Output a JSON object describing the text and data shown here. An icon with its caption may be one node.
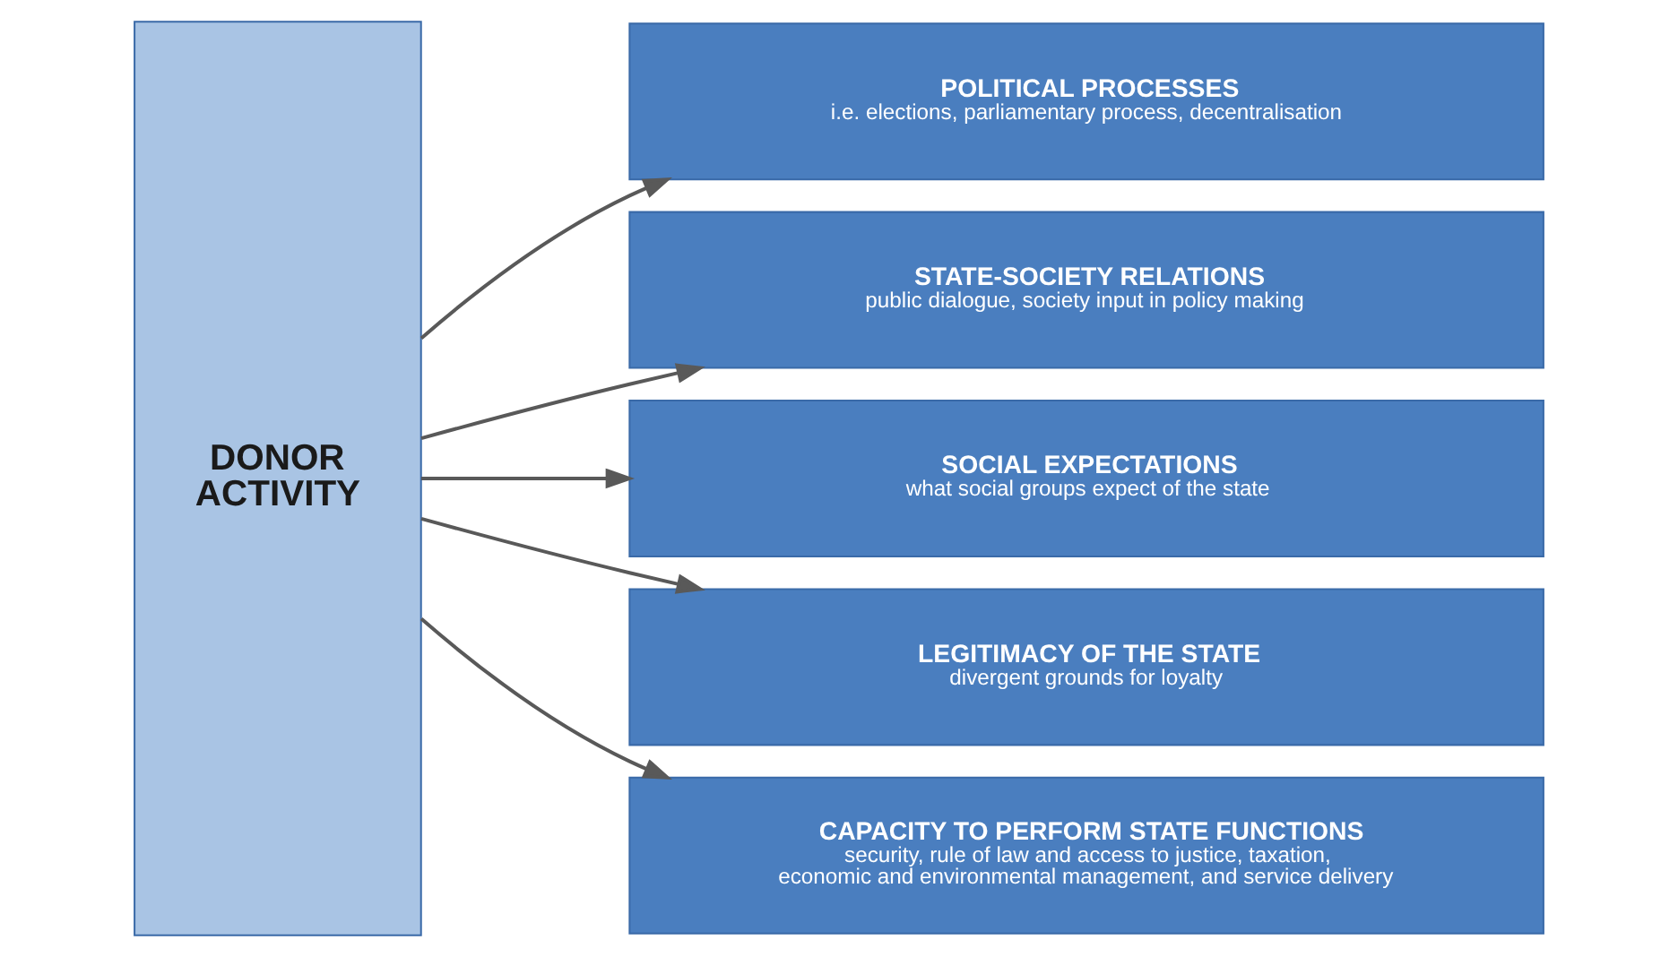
{
  "diagram": {
    "nodes": [
      {
        "text": [
          "DONOR ACTIVITY"
        ]
      },
      {
        "text": [
          "POLITICAL PROCESSES",
          "i.e. elections, parliamentary process, decentralisation"
        ]
      },
      {
        "text": [
          "STATE-SOCIETY RELATIONS",
          "public dialogue, society input in policy making"
        ]
      },
      {
        "text": [
          "SOCIAL EXPECTATIONS",
          "what social groups expect of the state"
        ]
      },
      {
        "text": [
          "LEGITIMACY OF THE STATE",
          "divergent grounds for loyalty"
        ]
      },
      {
        "text": [
          "CAPACITY TO PERFORM STATE FUNCTIONS",
          "security, rule of law and access to justice, taxation, economic and environmental management, and service delivery"
        ]
      }
    ],
    "edges": [
      {
        "from": 0,
        "to": 1,
        "arrow": "to"
      },
      {
        "from": 0,
        "to": 2,
        "arrow": "to"
      },
      {
        "from": 0,
        "to": 3,
        "arrow": "to"
      },
      {
        "from": 0,
        "to": 4,
        "arrow": "to"
      },
      {
        "from": 0,
        "to": 5,
        "arrow": "to"
      }
    ]
  }
}
